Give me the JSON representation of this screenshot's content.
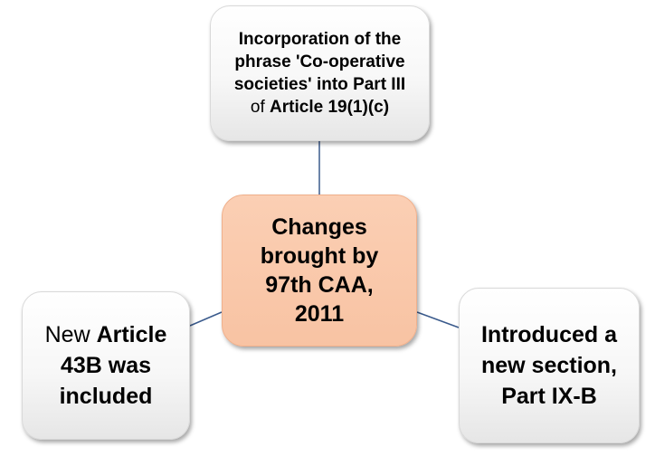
{
  "diagram": {
    "center": {
      "lines": [
        "Changes",
        "brought by",
        "97th CAA,",
        "2011"
      ]
    },
    "top": {
      "line1": "Incorporation of the",
      "line2": "phrase 'Co-operative",
      "line3": "societies' into Part III",
      "line4_pre": "of ",
      "line4_bold": "Article 19(1)(c)"
    },
    "left": {
      "line1_pre": "New ",
      "line1_bold": "Article",
      "line2": "43B was",
      "line3": "included"
    },
    "right": {
      "lines": [
        "Introduced a",
        "new section,",
        "Part IX-B"
      ]
    },
    "colors": {
      "center_fill": "#f8c3a3",
      "node_fill": "#f2f2f2",
      "connector": "#3a5a8c"
    }
  }
}
